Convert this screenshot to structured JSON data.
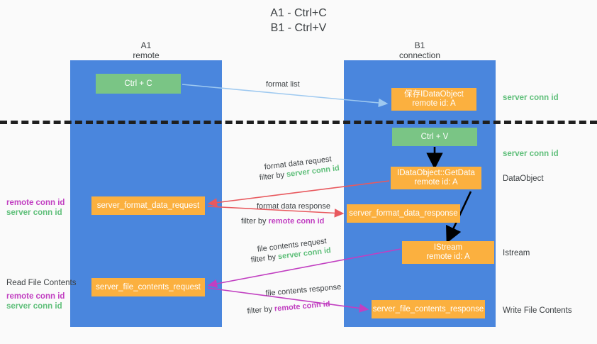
{
  "title": {
    "line1": "A1 - Ctrl+C",
    "line2": "B1 - Ctrl+V"
  },
  "columns": {
    "a1": {
      "name": "A1",
      "role": "remote"
    },
    "b1": {
      "name": "B1",
      "role": "connection"
    }
  },
  "boxes": {
    "ctrl_c": {
      "label": "Ctrl + C",
      "color": "#7ac585"
    },
    "save_idataobject": {
      "line1": "保存IDataObject",
      "line2": "remote id: A",
      "color": "#fbb03f"
    },
    "ctrl_v": {
      "label": "Ctrl + V",
      "color": "#7ac585"
    },
    "getdata": {
      "line1": "IDataObject::GetData",
      "line2": "remote id: A",
      "color": "#fbb03f"
    },
    "format_data_request": {
      "label": "server_format_data_request",
      "color": "#fbb03f"
    },
    "format_data_response": {
      "label": "server_format_data_response",
      "color": "#fbb03f"
    },
    "istream": {
      "line1": "IStream",
      "line2": "remote id: A",
      "color": "#fbb03f"
    },
    "file_contents_request": {
      "label": "server_file_contents_request",
      "color": "#fbb03f"
    },
    "file_contents_response": {
      "label": "server_file_contents_response",
      "color": "#fbb03f"
    }
  },
  "arrow_labels": {
    "format_list": "format list",
    "format_data_request": "format data request",
    "format_data_request_filter_prefix": "filter by ",
    "format_data_request_filter_value": "server conn id",
    "format_data_response": "format data response",
    "format_data_response_filter_prefix": "filter by ",
    "format_data_response_filter_value": "remote conn id",
    "file_contents_request": "file contents request",
    "file_contents_request_filter_prefix": "filter by ",
    "file_contents_request_filter_value": "server conn id",
    "file_contents_response": "file contents response",
    "file_contents_response_filter_prefix": "filter by ",
    "file_contents_response_filter_value": "remote conn id"
  },
  "side_labels": {
    "server_conn_id_top": "server conn id",
    "server_conn_id_mid": "server conn id",
    "dataobject": "DataObject",
    "istream": "Istream",
    "write_file_contents": "Write File Contents",
    "read_file_contents": "Read File Contents",
    "remote_conn_id_a": "remote conn id",
    "server_conn_id_a": "server conn id",
    "remote_conn_id_b": "remote conn id",
    "server_conn_id_b": "server conn id"
  },
  "colors": {
    "panel_blue": "#4a86dd",
    "box_green": "#7ac585",
    "box_orange": "#fbb03f",
    "conn_green": "#5fbf7a",
    "conn_purple": "#c13fc1",
    "arrow_blue": "#9ec9f0",
    "arrow_red": "#e8595e",
    "arrow_magenta": "#c13fc1",
    "arrow_black": "#000000",
    "divider_black": "#1f1f1f",
    "background": "#fafafa"
  }
}
